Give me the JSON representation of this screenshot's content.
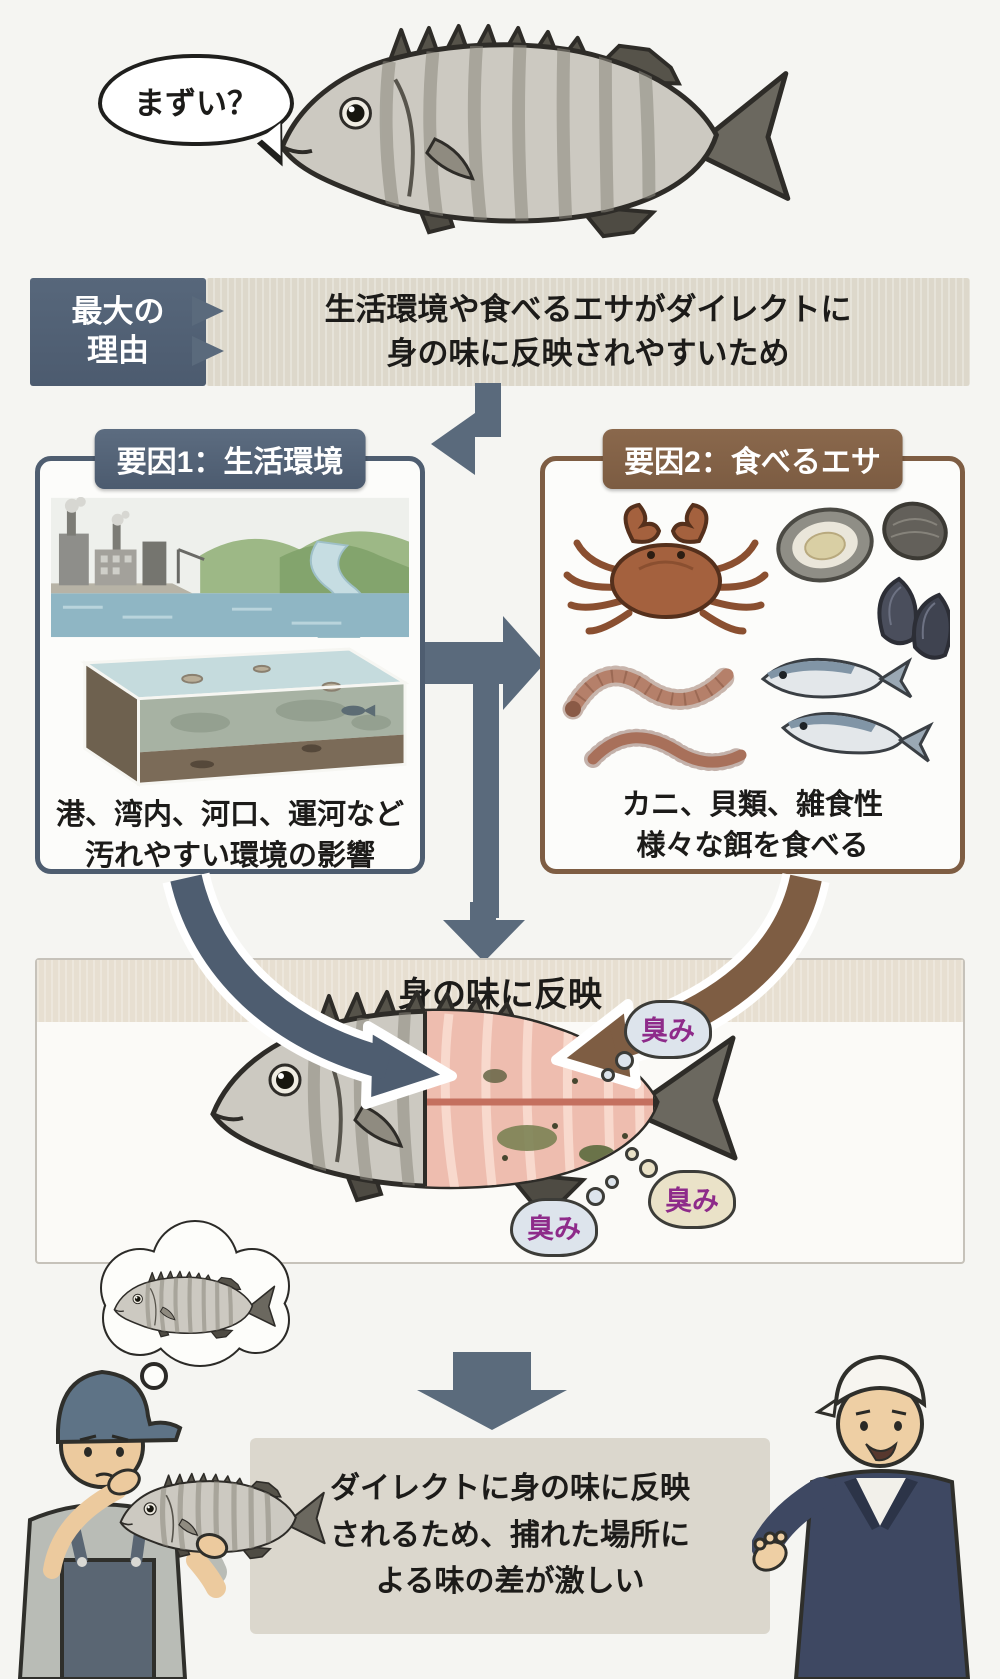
{
  "title_bubble": {
    "text": "まずい？"
  },
  "reason": {
    "label": "最大の\n理由",
    "statement": "生活環境や食べるエサがダイレクトに\n身の味に反映されやすいため"
  },
  "factors": [
    {
      "title": "要因1：生活環境",
      "caption": "港、湾内、河口、運河など\n汚れやすい環境の影響",
      "accent_color": "#4e5d70",
      "illustration_icons": [
        "factory-icon",
        "harbor-icon",
        "river-icon",
        "seabed-icon"
      ]
    },
    {
      "title": "要因2：食べるエサ",
      "caption": "カニ、貝類、雑食性\n様々な餌を食べる",
      "accent_color": "#7e5d43",
      "illustration_icons": [
        "crab-icon",
        "oyster-icon",
        "mussel-icon",
        "worm-icon",
        "baitfish-icon"
      ]
    }
  ],
  "result": {
    "title": "身の味に反映",
    "smell_bubbles": [
      {
        "label": "臭み"
      },
      {
        "label": "臭み"
      },
      {
        "label": "臭み"
      }
    ]
  },
  "conclusion": {
    "text": "ダイレクトに身の味に反映\nされるため、捕れた場所に\nよる味の差が激しい"
  },
  "colors": {
    "page_bg": "#f5f5f2",
    "accent_slate": "#4e5d70",
    "accent_brown": "#7e5d43",
    "statement_bg": "#ddd8cb",
    "result_band_bg": "#e7dfd1",
    "conclusion_bg": "#dbd7cd",
    "smell_text": "#8e2b8a"
  }
}
